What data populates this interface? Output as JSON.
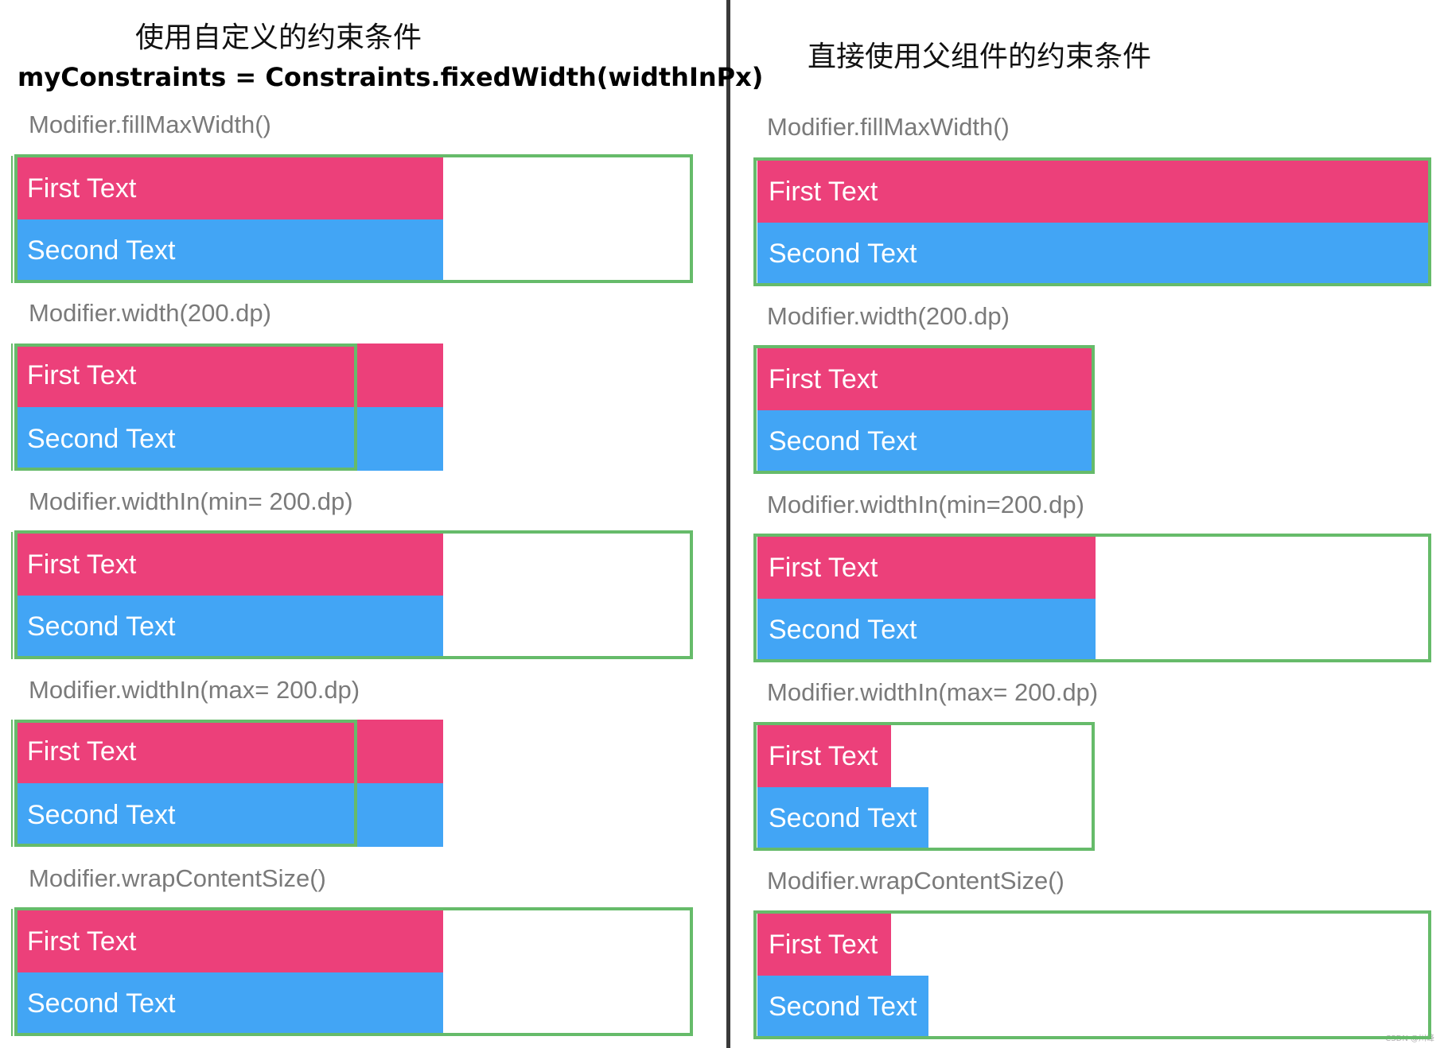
{
  "left": {
    "title": "使用自定义的约束条件",
    "subtitle": "myConstraints = Constraints.fixedWidth(widthInPx)",
    "examples": [
      {
        "label": "Modifier.fillMaxWidth()",
        "first": "First Text",
        "second": "Second Text"
      },
      {
        "label": "Modifier.width(200.dp)",
        "first": "First Text",
        "second": "Second Text"
      },
      {
        "label": "Modifier.widthIn(min= 200.dp)",
        "first": "First Text",
        "second": "Second Text"
      },
      {
        "label": "Modifier.widthIn(max= 200.dp)",
        "first": "First Text",
        "second": "Second Text"
      },
      {
        "label": "Modifier.wrapContentSize()",
        "first": "First Text",
        "second": "Second Text"
      }
    ]
  },
  "right": {
    "title": "直接使用父组件的约束条件",
    "examples": [
      {
        "label": "Modifier.fillMaxWidth()",
        "first": "First Text",
        "second": "Second Text"
      },
      {
        "label": "Modifier.width(200.dp)",
        "first": "First Text",
        "second": "Second Text"
      },
      {
        "label": "Modifier.widthIn(min=200.dp)",
        "first": "First Text",
        "second": "Second Text"
      },
      {
        "label": "Modifier.widthIn(max= 200.dp)",
        "first": "First Text",
        "second": "Second Text"
      },
      {
        "label": "Modifier.wrapContentSize()",
        "first": "First Text",
        "second": "Second Text"
      }
    ]
  },
  "colors": {
    "first_bg": "#ec407a",
    "second_bg": "#42a5f5",
    "frame_border": "#66bb6a",
    "divider": "#3a3a3a"
  },
  "watermark": "CSDN @川峰"
}
